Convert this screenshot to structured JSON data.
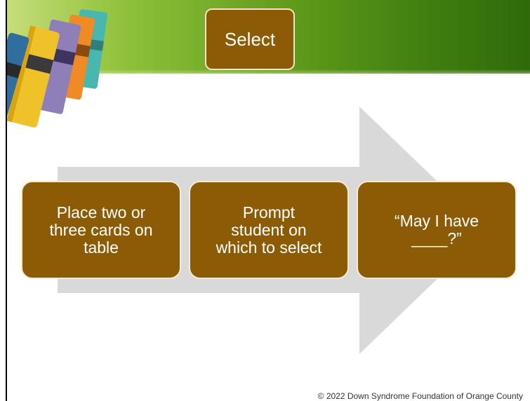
{
  "slide": {
    "title": "Select"
  },
  "steps": [
    {
      "label": "Place two or\nthree cards on\ntable"
    },
    {
      "label": "Prompt\nstudent on\nwhich to select"
    },
    {
      "label": "“May I have\n____?”"
    }
  ],
  "footer": {
    "text": "© 2022 Down Syndrome Foundation of Orange County"
  },
  "colors": {
    "box": "#8b5b06",
    "arrow": "#d9d9d9",
    "header": "#5f9a1a"
  },
  "icons": {
    "decoration": "stacked-books-icon",
    "arrow": "process-arrow"
  }
}
